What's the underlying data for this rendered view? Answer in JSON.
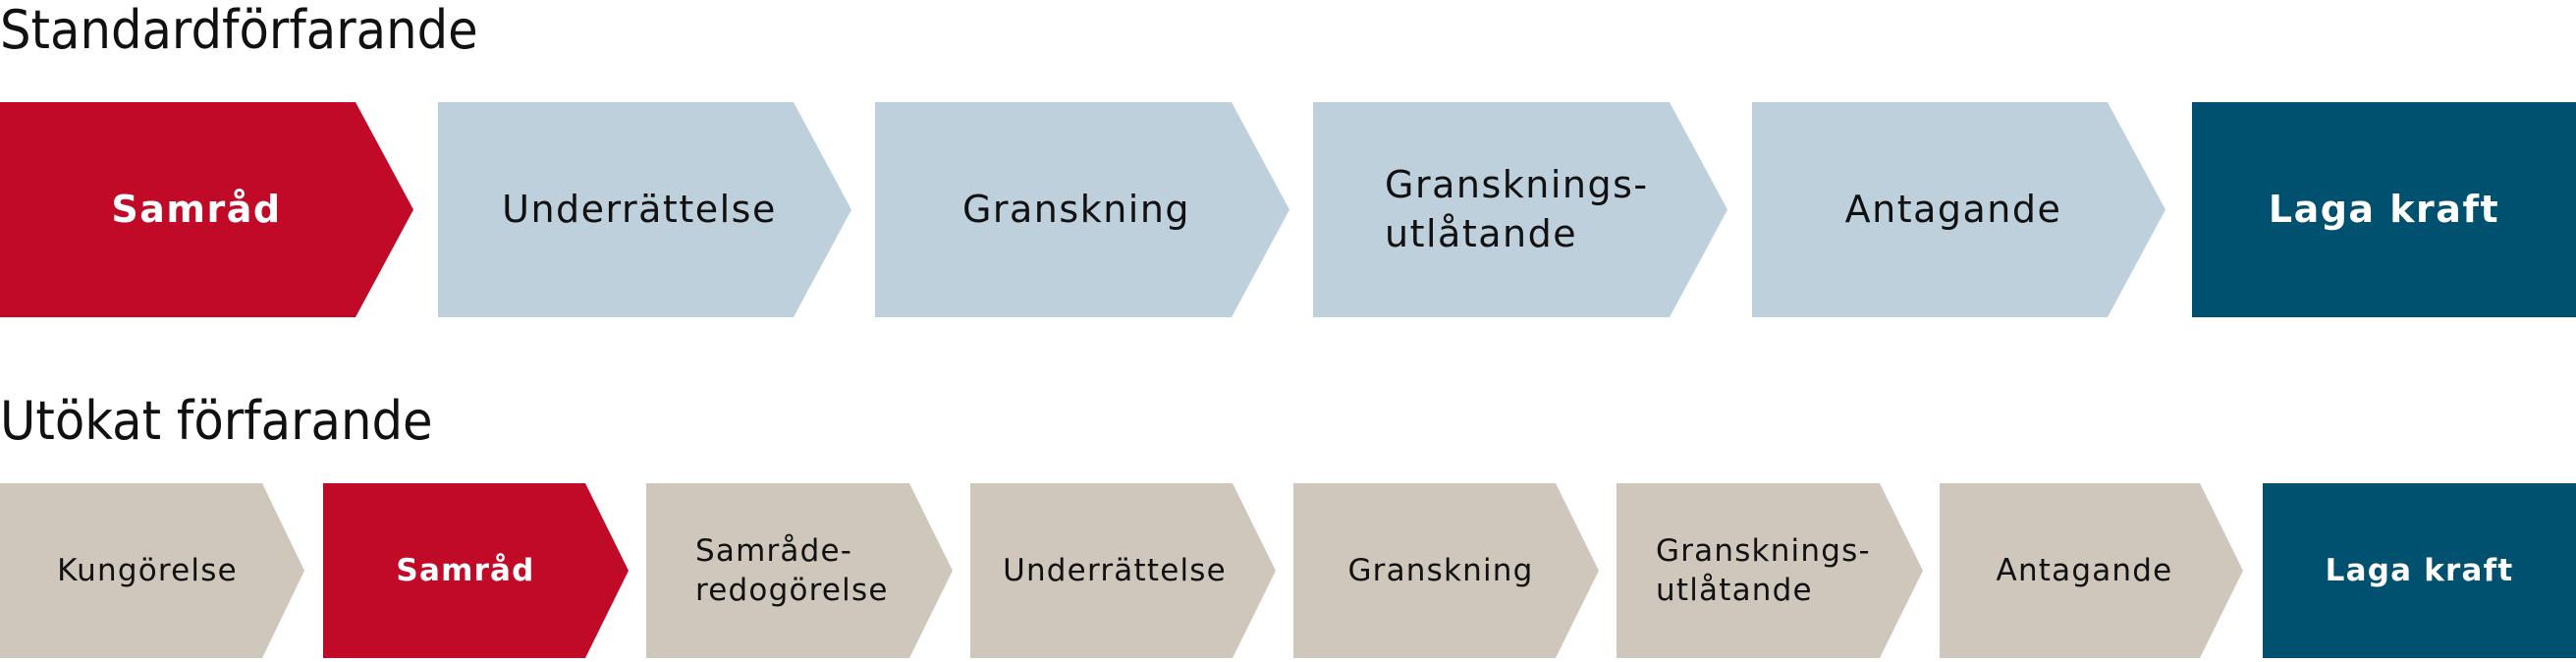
{
  "colors": {
    "active": "#C00A27",
    "standard_inactive": "#BED0DC",
    "extended_inactive": "#CFC7BC",
    "final": "#00506F"
  },
  "standard": {
    "title": "Standardförfarande",
    "steps": [
      {
        "label": "Samråd",
        "state": "active"
      },
      {
        "label": "Underrättelse",
        "state": "inactive"
      },
      {
        "label": "Granskning",
        "state": "inactive"
      },
      {
        "label": "Gransknings-\nutlåtande",
        "state": "inactive"
      },
      {
        "label": "Antagande",
        "state": "inactive"
      },
      {
        "label": "Laga kraft",
        "state": "final"
      }
    ]
  },
  "extended": {
    "title": "Utökat förfarande",
    "steps": [
      {
        "label": "Kungörelse",
        "state": "inactive"
      },
      {
        "label": "Samråd",
        "state": "active"
      },
      {
        "label": "Samråde-\nredogörelse",
        "state": "inactive"
      },
      {
        "label": "Underrättelse",
        "state": "inactive"
      },
      {
        "label": "Granskning",
        "state": "inactive"
      },
      {
        "label": "Gransknings-\nutlåtande",
        "state": "inactive"
      },
      {
        "label": "Antagande",
        "state": "inactive"
      },
      {
        "label": "Laga kraft",
        "state": "final"
      }
    ]
  }
}
